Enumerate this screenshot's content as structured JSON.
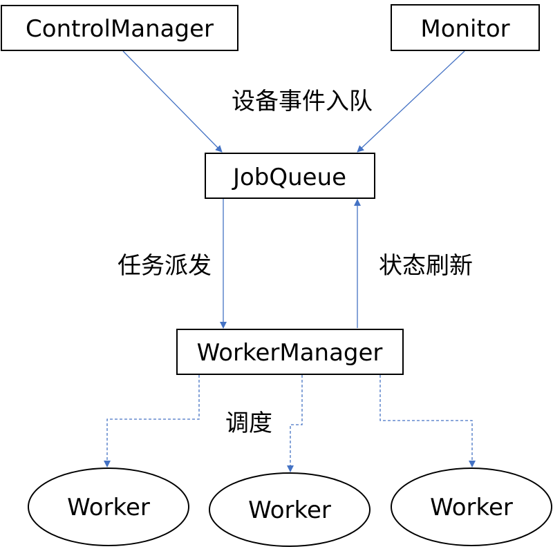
{
  "colors": {
    "arrow": "#4472c4",
    "box_stroke": "#000000",
    "text": "#000000",
    "background": "#ffffff"
  },
  "nodes": {
    "control_manager": "ControlManager",
    "monitor": "Monitor",
    "job_queue": "JobQueue",
    "worker_manager": "WorkerManager",
    "worker_1": "Worker",
    "worker_2": "Worker",
    "worker_3": "Worker"
  },
  "edges": {
    "enqueue_label": "设备事件入队",
    "dispatch_label": "任务派发",
    "status_refresh_label": "状态刷新",
    "schedule_label": "调度"
  }
}
